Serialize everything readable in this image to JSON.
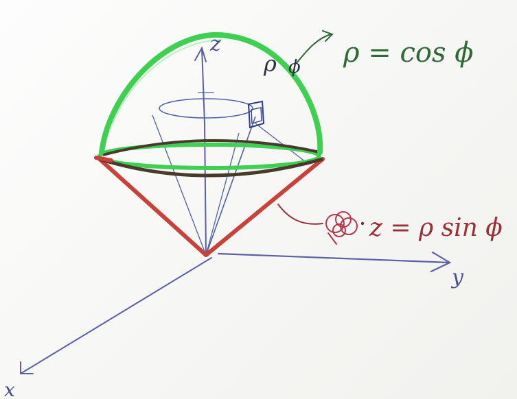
{
  "axes": {
    "x_label": "x",
    "y_label": "y",
    "z_label": "z"
  },
  "labels": {
    "rho_near_point": "ρ",
    "phi_near_point": "ϕ",
    "top_equation": "ρ = cos ϕ",
    "bottom_equation": "z = ρ sin ϕ"
  },
  "colors": {
    "sphere_cap": "#3fcf52",
    "cone": "#c8413a",
    "rim_dark": "#4a3a2c",
    "axes": "#5a5fa8",
    "top_equation_ink": "#2f6a36",
    "bottom_equation_ink": "#9a2f3a"
  }
}
